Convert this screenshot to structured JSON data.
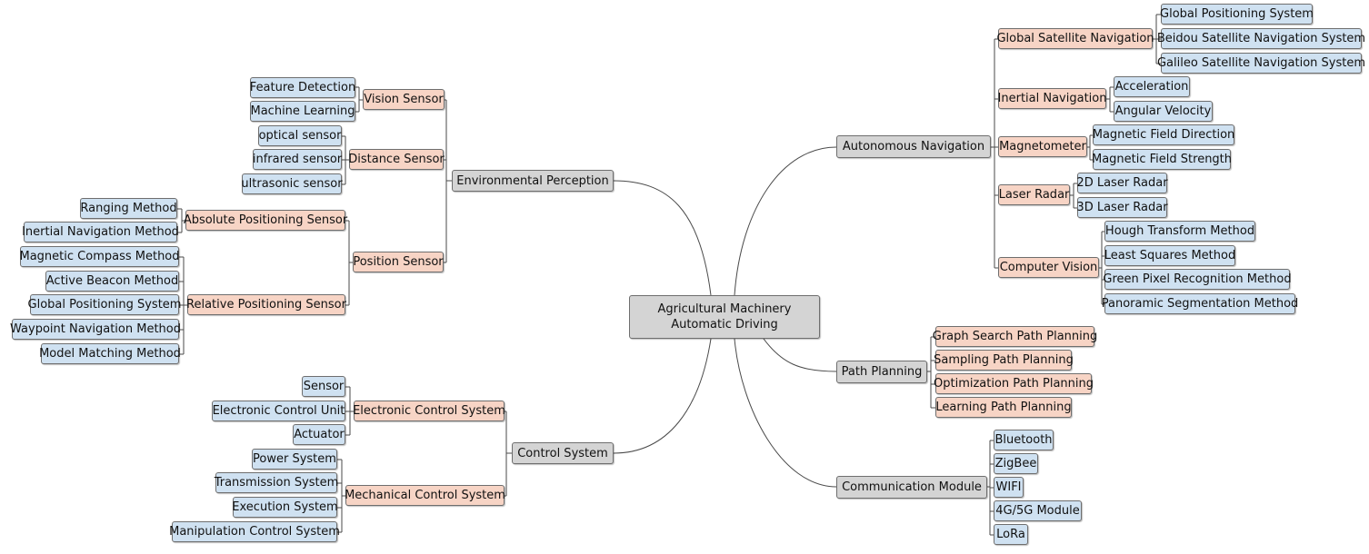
{
  "root": {
    "line1": "Agricultural Machinery",
    "line2": "Automatic Driving"
  },
  "colors": {
    "root": "#d4d4d4",
    "level1": "#d4d4d4",
    "level2": "#f7d4c5",
    "level3": "#cfe1f1",
    "connector": "#4a4a4a"
  },
  "env": {
    "label": "Environmental Perception",
    "vision": {
      "label": "Vision Sensor",
      "items": [
        "Feature Detection",
        "Machine Learning"
      ]
    },
    "distance": {
      "label": "Distance Sensor",
      "items": [
        "optical sensor",
        "infrared sensor",
        "ultrasonic sensor"
      ]
    },
    "position": {
      "label": "Position Sensor",
      "absolute": {
        "label": "Absolute Positioning Sensor",
        "items": [
          "Ranging Method",
          "Inertial Navigation Method"
        ]
      },
      "relative": {
        "label": "Relative Positioning Sensor",
        "items": [
          "Magnetic Compass Method",
          "Active Beacon Method",
          "Global Positioning System",
          "Waypoint Navigation Method",
          "Model Matching Method"
        ]
      }
    }
  },
  "ctrl": {
    "label": "Control System",
    "electronic": {
      "label": "Electronic Control System",
      "items": [
        "Sensor",
        "Electronic Control Unit",
        "Actuator"
      ]
    },
    "mechanical": {
      "label": "Mechanical Control System",
      "items": [
        "Power System",
        "Transmission System",
        "Execution System",
        "Manipulation Control System"
      ]
    }
  },
  "nav": {
    "label": "Autonomous Navigation",
    "gsn": {
      "label": "Global Satellite Navigation",
      "items": [
        "Global Positioning System",
        "Beidou Satellite Navigation System",
        "Galileo Satellite Navigation System"
      ]
    },
    "inertial": {
      "label": "Inertial Navigation",
      "items": [
        "Acceleration",
        "Angular Velocity"
      ]
    },
    "magnet": {
      "label": "Magnetometer",
      "items": [
        "Magnetic Field Direction",
        "Magnetic Field Strength"
      ]
    },
    "laser": {
      "label": "Laser Radar",
      "items": [
        "2D Laser Radar",
        "3D Laser Radar"
      ]
    },
    "vision": {
      "label": "Computer Vision",
      "items": [
        "Hough Transform Method",
        "Least Squares Method",
        "Green Pixel Recognition Method",
        "Panoramic Segmentation Method"
      ]
    }
  },
  "path": {
    "label": "Path Planning",
    "items": [
      "Graph Search Path Planning",
      "Sampling Path Planning",
      "Optimization Path Planning",
      "Learning Path Planning"
    ]
  },
  "comm": {
    "label": "Communication Module",
    "items": [
      "Bluetooth",
      "ZigBee",
      "WIFI",
      "4G/5G Module",
      "LoRa"
    ]
  }
}
